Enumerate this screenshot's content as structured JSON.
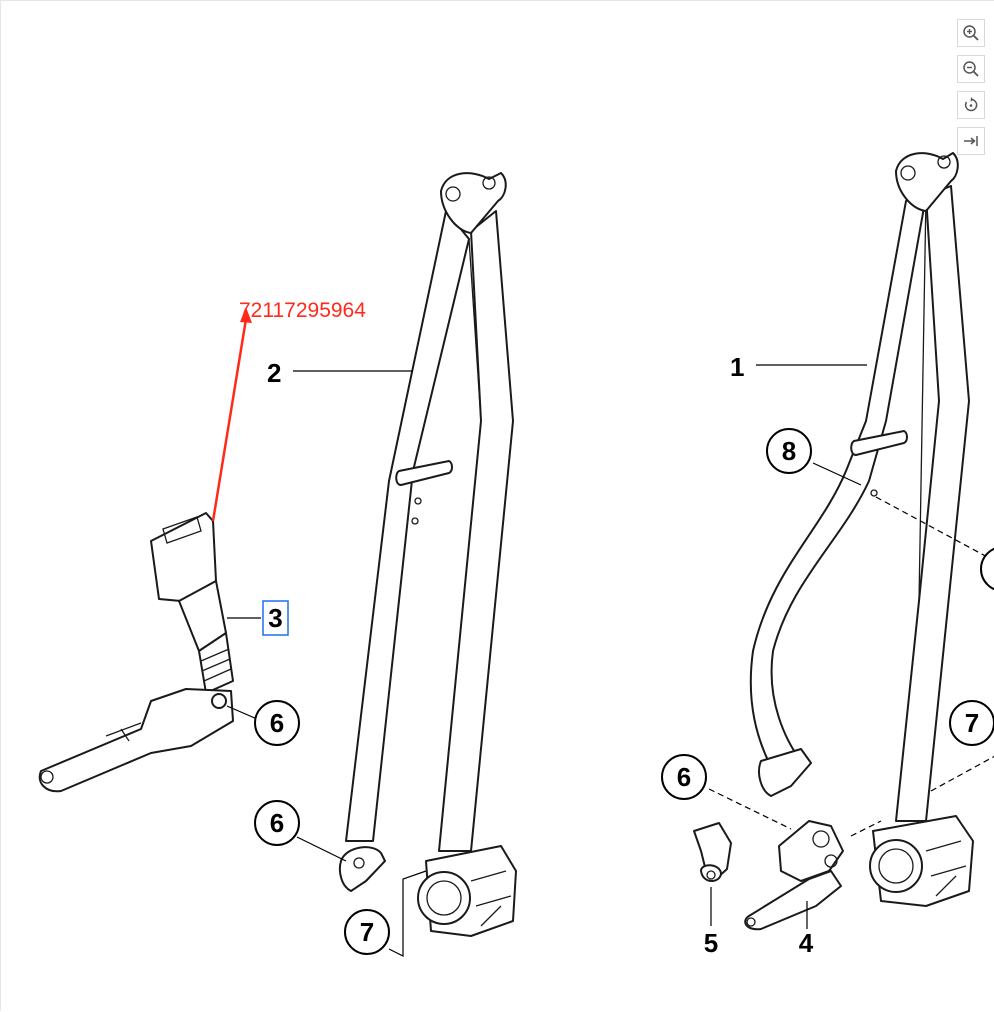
{
  "part_number_annotation": "72117295964",
  "callouts": {
    "belt_left": "2",
    "belt_right": "1",
    "buckle": "3",
    "anchor_buckle": "6",
    "anchor_left_belt": "6",
    "anchor_right": "6",
    "retractor_left": "7",
    "retractor_right": "7",
    "guide": "8",
    "bracket": "5",
    "buckle_right": "4"
  },
  "toolbar": [
    {
      "name": "zoom-in-button",
      "icon": "zoom-in-icon"
    },
    {
      "name": "zoom-out-button",
      "icon": "zoom-out-icon"
    },
    {
      "name": "rotate-button",
      "icon": "rotate-icon"
    },
    {
      "name": "fit-button",
      "icon": "arrow-to-edge-icon"
    }
  ],
  "colors": {
    "annotation": "#ff2a1a",
    "highlight": "#1a73e8",
    "ink": "#000000"
  }
}
